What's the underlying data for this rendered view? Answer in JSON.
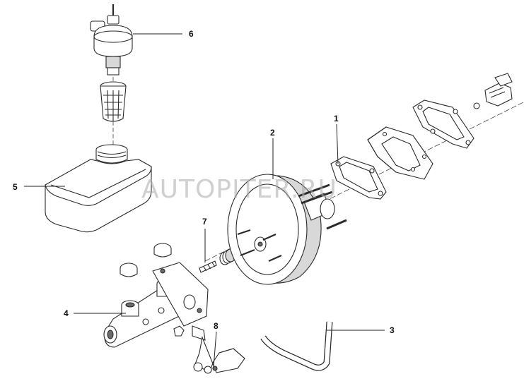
{
  "watermark": "AUTOPITER.RU",
  "callouts": [
    {
      "number": "1",
      "part": "gasket"
    },
    {
      "number": "2",
      "part": "vacuum-booster"
    },
    {
      "number": "3",
      "part": "vacuum-hose"
    },
    {
      "number": "4",
      "part": "master-cylinder"
    },
    {
      "number": "5",
      "part": "reservoir-tank"
    },
    {
      "number": "6",
      "part": "reservoir-cap"
    },
    {
      "number": "7",
      "part": "push-rod-spring"
    },
    {
      "number": "8",
      "part": "bracket"
    }
  ],
  "colors": {
    "line": "#2a2a2a",
    "shade": "#d8d8d8",
    "background": "#ffffff"
  }
}
